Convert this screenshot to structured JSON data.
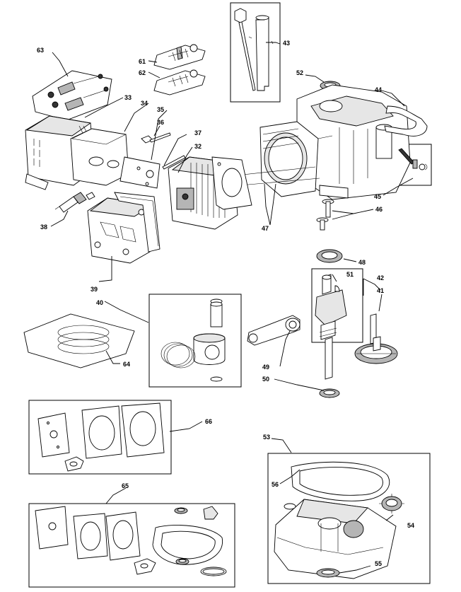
{
  "callouts": {
    "c32": "32",
    "c33": "33",
    "c34": "34",
    "c35": "35",
    "c36": "36",
    "c37": "37",
    "c38": "38",
    "c39": "39",
    "c40": "40",
    "c41": "41",
    "c42": "42",
    "c43": "43",
    "c44": "44",
    "c45": "45",
    "c46": "46",
    "c47": "47",
    "c48": "48",
    "c49": "49",
    "c50": "50",
    "c51": "51",
    "c52": "52",
    "c53": "53",
    "c54": "54",
    "c55": "55",
    "c56": "56",
    "c61": "61",
    "c62": "62",
    "c63": "63",
    "c64": "64",
    "c65": "65",
    "c66": "66"
  }
}
